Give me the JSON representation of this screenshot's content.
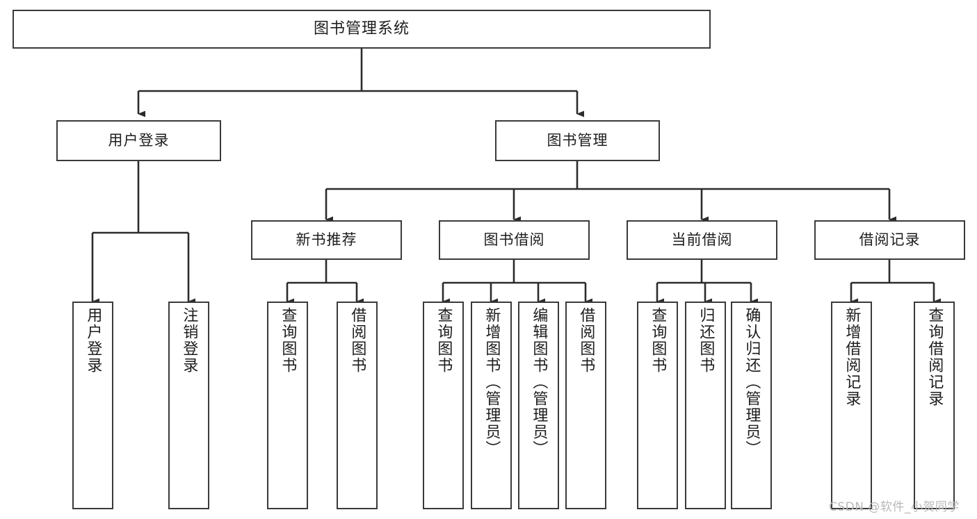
{
  "diagram": {
    "title": "图书管理系统",
    "type": "tree-hierarchy-functional-structure",
    "orientation": "top-down",
    "levels": 4,
    "colors": {
      "box_border": "#3a3a3a",
      "box_fill": "#ffffff",
      "connector": "#2b2b2b",
      "text": "#1d1d1d",
      "background": "#ffffff",
      "watermark": "#b8b8b8"
    }
  },
  "root": {
    "label": "图书管理系统"
  },
  "level2": [
    {
      "label": "用户登录"
    },
    {
      "label": "图书管理"
    }
  ],
  "level3": [
    {
      "label": "新书推荐"
    },
    {
      "label": "图书借阅"
    },
    {
      "label": "当前借阅"
    },
    {
      "label": "借阅记录"
    }
  ],
  "leaves": {
    "user_login": [
      {
        "label": "用户登录"
      },
      {
        "label": "注销登录"
      }
    ],
    "new_book_recommend": [
      {
        "label": "查询图书"
      },
      {
        "label": "借阅图书"
      }
    ],
    "book_borrow": [
      {
        "label": "查询图书"
      },
      {
        "label": "新增图书（管理员）"
      },
      {
        "label": "编辑图书（管理员）"
      },
      {
        "label": "借阅图书"
      }
    ],
    "current_borrow": [
      {
        "label": "查询图书"
      },
      {
        "label": "归还图书"
      },
      {
        "label": "确认归还（管理员）"
      }
    ],
    "borrow_record": [
      {
        "label": "新增借阅记录"
      },
      {
        "label": "查询借阅记录"
      }
    ]
  },
  "watermark": {
    "text": "CSDN @软件_小贺同学"
  }
}
